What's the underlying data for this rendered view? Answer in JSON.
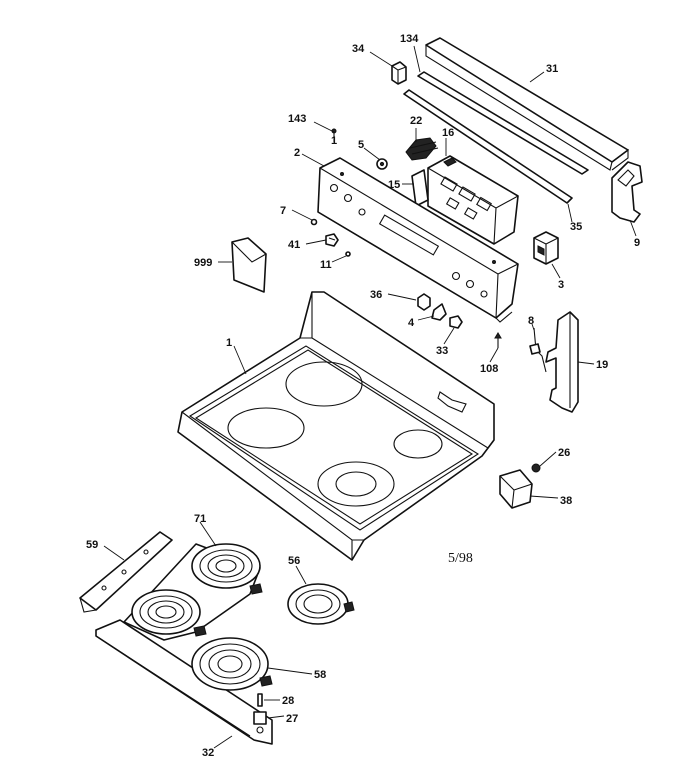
{
  "diagram": {
    "date_code": "5/98",
    "callouts": [
      {
        "id": "c34",
        "text": "34"
      },
      {
        "id": "c134",
        "text": "134"
      },
      {
        "id": "c31",
        "text": "31"
      },
      {
        "id": "c143",
        "text": "143"
      },
      {
        "id": "c1a",
        "text": "1"
      },
      {
        "id": "c22",
        "text": "22"
      },
      {
        "id": "c16",
        "text": "16"
      },
      {
        "id": "c5",
        "text": "5"
      },
      {
        "id": "c2",
        "text": "2"
      },
      {
        "id": "c15",
        "text": "15"
      },
      {
        "id": "c7",
        "text": "7"
      },
      {
        "id": "c35",
        "text": "35"
      },
      {
        "id": "c9",
        "text": "9"
      },
      {
        "id": "c41",
        "text": "41"
      },
      {
        "id": "c999",
        "text": "999"
      },
      {
        "id": "c11",
        "text": "11"
      },
      {
        "id": "c3",
        "text": "3"
      },
      {
        "id": "c36",
        "text": "36"
      },
      {
        "id": "c4",
        "text": "4"
      },
      {
        "id": "c33",
        "text": "33"
      },
      {
        "id": "c8",
        "text": "8"
      },
      {
        "id": "c1b",
        "text": "1"
      },
      {
        "id": "c19",
        "text": "19"
      },
      {
        "id": "c108",
        "text": "108"
      },
      {
        "id": "c26",
        "text": "26"
      },
      {
        "id": "c38",
        "text": "38"
      },
      {
        "id": "c71",
        "text": "71"
      },
      {
        "id": "c59",
        "text": "59"
      },
      {
        "id": "c56",
        "text": "56"
      },
      {
        "id": "c58",
        "text": "58"
      },
      {
        "id": "c28",
        "text": "28"
      },
      {
        "id": "c27",
        "text": "27"
      },
      {
        "id": "c32",
        "text": "32"
      }
    ]
  }
}
